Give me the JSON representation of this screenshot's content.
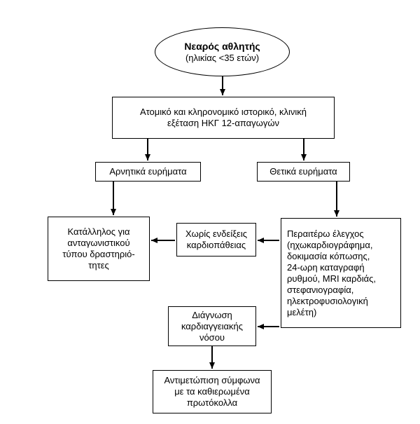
{
  "nodes": {
    "start": {
      "title": "Νεαρός αθλητής",
      "subtitle": "(ηλικίας <35 ετών)"
    },
    "history": {
      "text": "Ατομικό και κληρονομικό ιστορικό, κλινική\nεξέταση ΗΚΓ 12-απαγωγών"
    },
    "negative": {
      "text": "Αρνητικά ευρήματα"
    },
    "positive": {
      "text": "Θετικά ευρήματα"
    },
    "suitable": {
      "text": "Κατάλληλος για\nανταγωνιστικού\nτύπου δραστηριό-\nτητες"
    },
    "no_evidence": {
      "text": "Χωρίς ενδείξεις\nκαρδιοπάθειας"
    },
    "further": {
      "text": "Περαιτέρω έλεγχος\n(ηχωκαρδιογράφημα,\nδοκιμασία κόπωσης,\n24-ωρη καταγραφή\nρυθμού, MRI καρδιάς,\nστεφανιογραφία,\nηλεκτροφυσιολογική\nμελέτη)"
    },
    "diagnosis": {
      "text": "Διάγνωση\nκαρδιαγγειακής\nνόσου"
    },
    "treatment": {
      "text": "Αντιμετώπιση σύμφωνα\nμε τα καθιερωμένα\nπρωτόκολλα"
    }
  }
}
